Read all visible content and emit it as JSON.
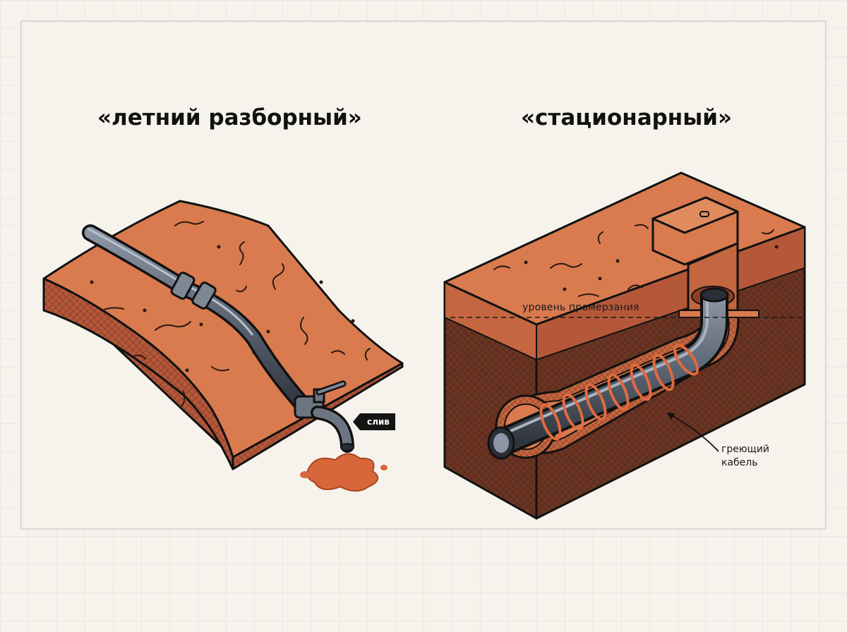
{
  "titles": {
    "left": "«летний разборный»",
    "right": "«стационарный»"
  },
  "labels": {
    "frost_level": "уровень промерзания",
    "drain": "слив",
    "heating_cable": "греющий кабель"
  },
  "colors": {
    "background": "#f6f3ec",
    "grid": "#dcdcdc",
    "soil_top": "#d97b4f",
    "soil_side": "#b5583a",
    "soil_deep": "#6b3423",
    "pipe": "#5b6472",
    "heating_cable": "#e06a3e",
    "puddle": "#d9663b"
  }
}
